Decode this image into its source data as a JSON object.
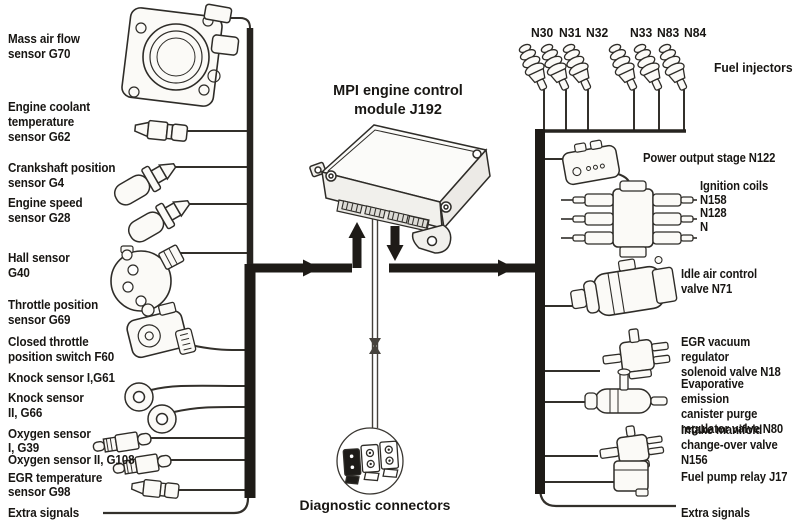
{
  "title": "MPI engine control\nmodule J192",
  "diagnostic_label": "Diagnostic connectors",
  "colors": {
    "line": "#2e2c28",
    "bus": "#1e1b17",
    "background": "#ffffff"
  },
  "left_sensors": [
    {
      "label": "Mass air flow\nsensor G70"
    },
    {
      "label": "Engine coolant\ntemperature\nsensor G62"
    },
    {
      "label": "Crankshaft position\nsensor G4"
    },
    {
      "label": "Engine speed\nsensor G28"
    },
    {
      "label": "Hall sensor\nG40"
    },
    {
      "label": "Throttle position\nsensor G69"
    },
    {
      "label": "Closed throttle\nposition switch F60"
    },
    {
      "label": "Knock sensor I,G61"
    },
    {
      "label": "Knock sensor\nII, G66"
    },
    {
      "label": "Oxygen sensor\nI, G39"
    },
    {
      "label": "Oxygen sensor II, G108"
    },
    {
      "label": "EGR temperature\nsensor G98"
    },
    {
      "label": "Extra signals"
    }
  ],
  "injectors": {
    "names": [
      "N30",
      "N31",
      "N32",
      "N33",
      "N83",
      "N84"
    ],
    "group_label": "Fuel injectors"
  },
  "right_actuators": [
    {
      "label": "Power output stage N122"
    },
    {
      "label": "Ignition coils\nN158\nN128\nN"
    },
    {
      "label": "Idle air control\nvalve N71"
    },
    {
      "label": "EGR vacuum regulator\nsolenoid valve N18"
    },
    {
      "label": "Evaporative emission\ncanister purge\nregulator valve N80"
    },
    {
      "label": "Intake manifold\nchange-over valve\nN156"
    },
    {
      "label": "Fuel pump relay J17"
    },
    {
      "label": "Extra signals"
    }
  ]
}
